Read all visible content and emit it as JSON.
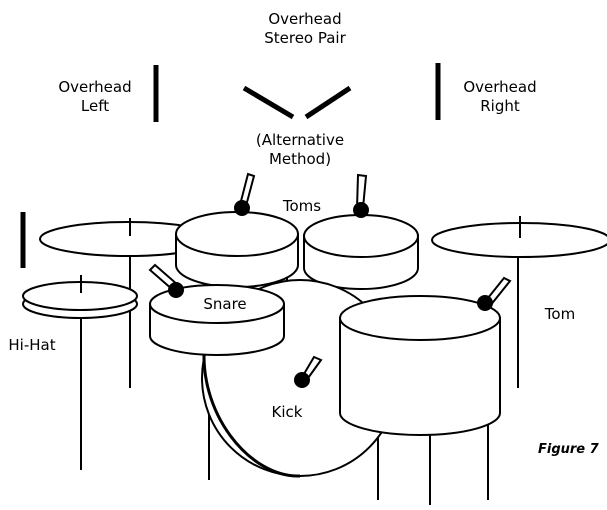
{
  "labels": {
    "overhead_stereo_line1": "Overhead",
    "overhead_stereo_line2": "Stereo Pair",
    "overhead_left_line1": "Overhead",
    "overhead_left_line2": "Left",
    "overhead_right_line1": "Overhead",
    "overhead_right_line2": "Right",
    "alternative_line1": "(Alternative",
    "alternative_line2": "Method)",
    "toms": "Toms",
    "snare": "Snare",
    "tom": "Tom",
    "hihat": "Hi-Hat",
    "kick": "Kick"
  },
  "caption": "Figure 7",
  "colors": {
    "line": "#000000",
    "fill": "#ffffff"
  }
}
